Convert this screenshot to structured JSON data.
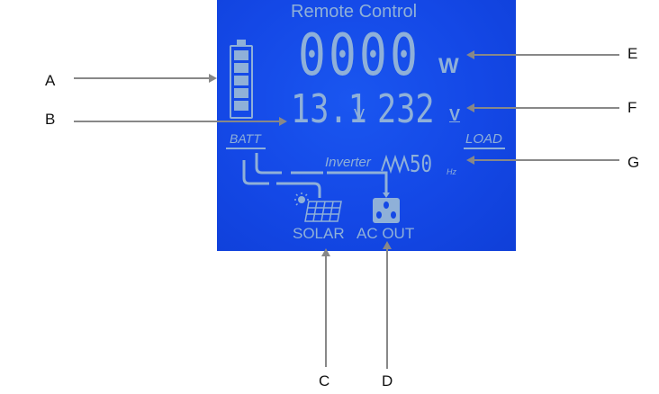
{
  "lcd": {
    "title": "Remote Control",
    "power_value": "0000",
    "power_unit": "W",
    "battery_voltage": "13.1",
    "battery_voltage_unit": "V",
    "ac_voltage": "232",
    "ac_voltage_unit": "V",
    "batt_label": "BATT",
    "load_label": "LOAD",
    "inverter_label": "Inverter",
    "frequency_value": "50",
    "frequency_unit": "Hz",
    "solar_label": "SOLAR",
    "ac_out_label": "AC OUT",
    "battery_bars": 5
  },
  "callouts": {
    "a": "A",
    "b": "B",
    "c": "C",
    "d": "D",
    "e": "E",
    "f": "F",
    "g": "G"
  },
  "colors": {
    "lcd_background": "#1448e6",
    "segment": "#8fb0d8",
    "arrow": "#888888"
  }
}
